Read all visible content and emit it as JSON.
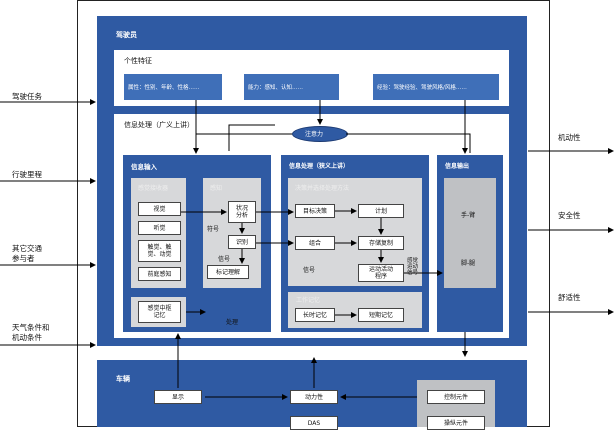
{
  "inputs": [
    "驾驶任务",
    "行驶里程",
    "其它交通\n参与者",
    "天气条件和\n机动条件"
  ],
  "outputs": [
    "机动性",
    "安全性",
    "舒适性"
  ],
  "driver": {
    "title": "驾驶员",
    "traits_title": "个性特征",
    "traits": [
      "属性：性别、年龄、性格……",
      "能力：感知、认知……",
      "经验：驾驶经验、驾驶风格/风格……"
    ],
    "info_title": "信息处理（广义上讲）",
    "attention": "注意力",
    "input": {
      "title": "信息输入",
      "receivers_title": "感觉接收器",
      "receivers": [
        "视觉",
        "听觉",
        "触觉、触\n觉、动觉",
        "前庭感知"
      ],
      "perception_title": "感知",
      "perception": [
        "状况\n分析",
        "识别",
        "标记理解"
      ],
      "signal": "符号",
      "signal2": "信号",
      "feedback": "感觉中枢\n记忆",
      "process": "处理"
    },
    "narrow": {
      "title": "信息处理（狭义上讲）",
      "decision_title": "决策并选择处理方法",
      "boxes": [
        "目标决策",
        "计划",
        "组合",
        "存储复制",
        "运动活动\n程序"
      ],
      "signal": "信号",
      "wm_title": "工作记忆",
      "wm": [
        "长时记忆",
        "短期记忆"
      ],
      "side": "感觉\n运动\n信号"
    },
    "output": {
      "title": "信息输出",
      "items": [
        "手-臂",
        "脚-腿"
      ]
    }
  },
  "vehicle": {
    "title": "车辆",
    "items": [
      "显示",
      "动力性",
      "DAS",
      "控制元件",
      "操纵元件"
    ]
  },
  "colors": {
    "blue": "#2f5aa3",
    "gray": "#bfc1c4",
    "trait": "#3f6fb8"
  }
}
